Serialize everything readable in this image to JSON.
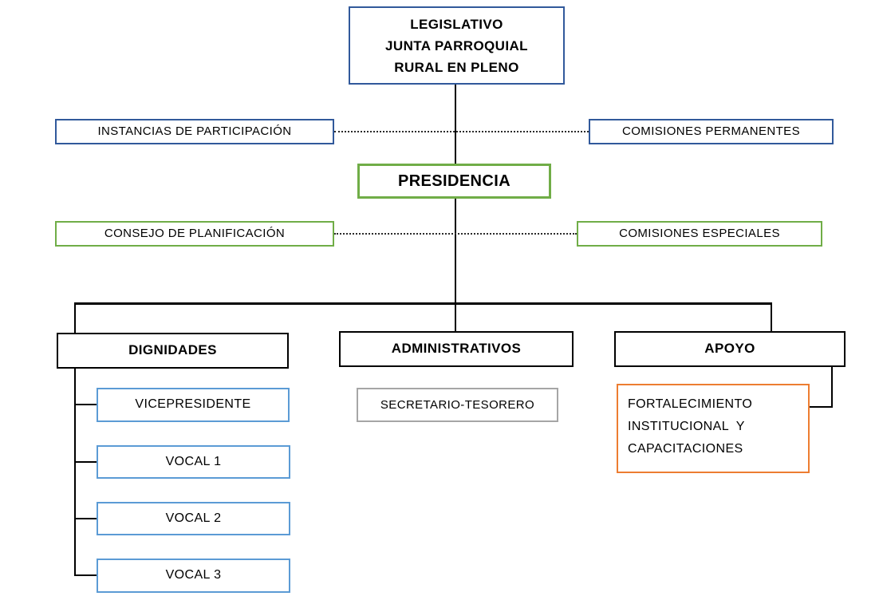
{
  "diagram": {
    "type": "org-chart",
    "nodes": {
      "legislativo": {
        "lines": [
          "LEGISLATIVO",
          "JUNTA PARROQUIAL",
          "RURAL EN PLENO"
        ]
      },
      "instancias_participacion": {
        "label": "INSTANCIAS DE PARTICIPACIÓN"
      },
      "comisiones_permanentes": {
        "label": "COMISIONES PERMANENTES"
      },
      "presidencia": {
        "label": "PRESIDENCIA"
      },
      "consejo_planificacion": {
        "label": "CONSEJO DE PLANIFICACIÓN"
      },
      "comisiones_especiales": {
        "label": "COMISIONES ESPECIALES"
      },
      "dignidades": {
        "label": "DIGNIDADES"
      },
      "administrativos": {
        "label": "ADMINISTRATIVOS"
      },
      "apoyo": {
        "label": "APOYO"
      },
      "vicepresidente": {
        "label": "VICEPRESIDENTE"
      },
      "vocal_1": {
        "label": "VOCAL 1"
      },
      "vocal_2": {
        "label": "VOCAL 2"
      },
      "vocal_3": {
        "label": "VOCAL 3"
      },
      "secretario_tesorero": {
        "label": "SECRETARIO-TESORERO"
      },
      "fortalecimiento": {
        "lines": [
          "FORTALECIMIENTO",
          "INSTITUCIONAL  Y",
          "CAPACITACIONES"
        ]
      }
    },
    "colors": {
      "blue_border": "#31599B",
      "green_border": "#70AD47",
      "black_border": "#000000",
      "light_blue_border": "#5B9BD5",
      "gray_border": "#A6A6A6",
      "orange_border": "#ED7D31",
      "connector_line": "#000000",
      "background": "#FFFFFF"
    }
  }
}
